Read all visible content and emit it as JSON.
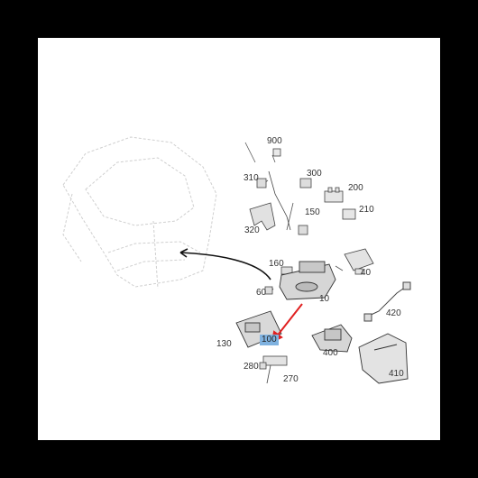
{
  "diagram": {
    "callouts": [
      {
        "id": "900",
        "label": "900"
      },
      {
        "id": "310",
        "label": "310"
      },
      {
        "id": "300",
        "label": "300"
      },
      {
        "id": "200",
        "label": "200"
      },
      {
        "id": "210",
        "label": "210"
      },
      {
        "id": "150",
        "label": "150"
      },
      {
        "id": "320",
        "label": "320"
      },
      {
        "id": "160",
        "label": "160"
      },
      {
        "id": "40",
        "label": "40"
      },
      {
        "id": "60",
        "label": "60"
      },
      {
        "id": "10",
        "label": "10"
      },
      {
        "id": "420",
        "label": "420"
      },
      {
        "id": "100",
        "label": "100"
      },
      {
        "id": "130",
        "label": "130"
      },
      {
        "id": "400",
        "label": "400"
      },
      {
        "id": "280",
        "label": "280"
      },
      {
        "id": "270",
        "label": "270"
      },
      {
        "id": "410",
        "label": "410"
      }
    ],
    "highlight": {
      "label": "100",
      "color": "#7fb2e0"
    },
    "arrow_color": "#e02020",
    "line_color": "#333333"
  }
}
